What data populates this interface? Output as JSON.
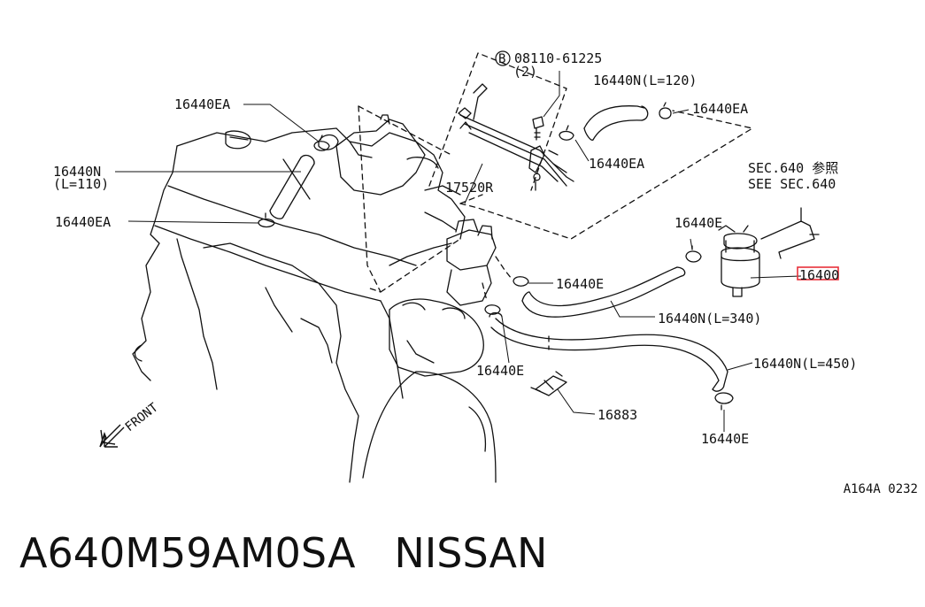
{
  "diagram": {
    "callouts": {
      "bolt_ref": "08110-61225",
      "bolt_circle": "B",
      "bolt_qty": "(2)",
      "hose_120": "16440N(L=120)",
      "clamp_top_right": "16440EA",
      "clamp_top_left": "16440EA",
      "clamp_mid": "16440EA",
      "hose_110_part": "16440N",
      "hose_110_len": "(L=110)",
      "clamp_left": "16440EA",
      "tube_assy": "17520R",
      "sec_ref_jp": "SEC.640 参照",
      "sec_ref_en": "SEE SEC.640",
      "clamp_filter": "16440E",
      "filter_part": "16400",
      "clamp_center": "16440E",
      "hose_340": "16440N(L=340)",
      "clamp_lower": "16440E",
      "hose_450": "16440N(L=450)",
      "bracket": "16883",
      "clamp_bottom": "16440E",
      "front": "FRONT"
    },
    "highlight_color": "#e8303a"
  },
  "drawing_code": "A164A 0232",
  "footer": {
    "part_code": "A640M59AM0SA",
    "brand": "NISSAN"
  }
}
